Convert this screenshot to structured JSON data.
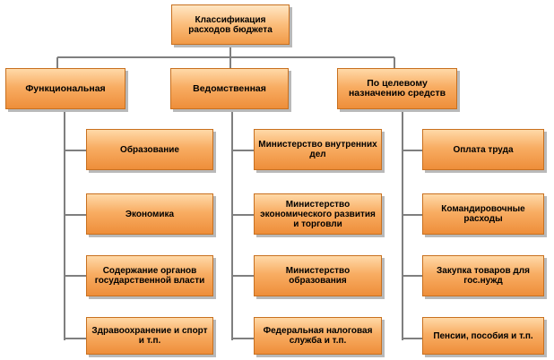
{
  "root": {
    "label": "Классификация расходов бюджета"
  },
  "categories": [
    {
      "label": "Функциональная",
      "items": [
        "Образование",
        "Экономика",
        "Содержание органов государственной власти",
        "Здравоохранение и спорт и т.п."
      ]
    },
    {
      "label": "Ведомственная",
      "items": [
        "Министерство внутренних дел",
        "Министерство экономического развития и торговли",
        "Министерство образования",
        "Федеральная налоговая служба и т.п."
      ]
    },
    {
      "label": "По целевому назначению средств",
      "items": [
        "Оплата труда",
        "Командировочные расходы",
        "Закупка товаров для гос.нужд",
        "Пенсии, пособия и т.п."
      ]
    }
  ],
  "colors": {
    "box_fill": "#f7a85c",
    "box_border": "#c8701f",
    "connector": "#7f7f7f"
  }
}
